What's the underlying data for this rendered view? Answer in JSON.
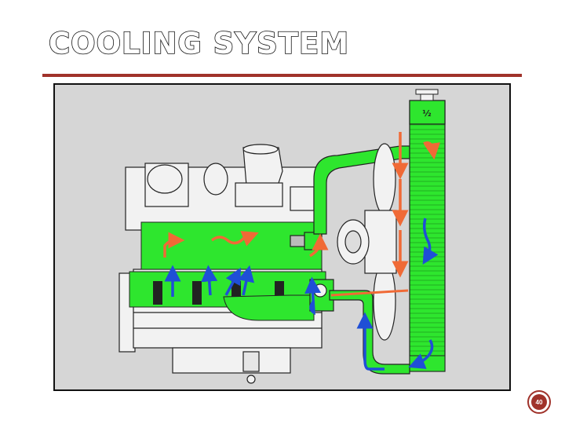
{
  "slide": {
    "title": "COOLING SYSTEM",
    "page_number": "40"
  },
  "diagram": {
    "radiator_cap_label": "½",
    "colors": {
      "coolant": "#2ee62e",
      "flow_blue": "#1f4fd6",
      "flow_orange": "#f06a36",
      "engine": "#f2f2f2",
      "background": "#d6d6d6",
      "outline": "#222222"
    }
  }
}
